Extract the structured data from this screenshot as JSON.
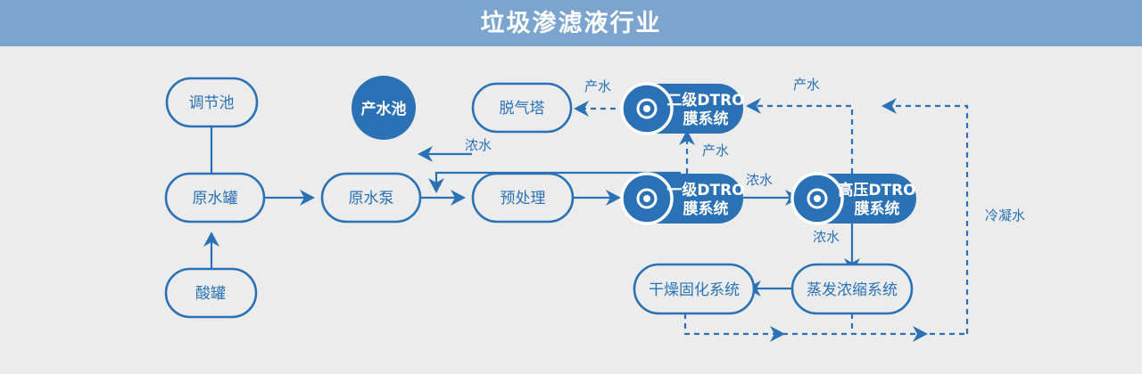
{
  "header": {
    "title": "垃圾渗滤液行业",
    "bg_color": "#7ba5cf",
    "text_color": "#ffffff"
  },
  "theme": {
    "accent": "#2a72b5",
    "background": "#ececec"
  },
  "diagram": {
    "type": "process-flowchart",
    "nodes": [
      {
        "id": "tiaojiechi",
        "label": "调节池",
        "shape": "pill",
        "style": "outline"
      },
      {
        "id": "yuanshuiguan",
        "label": "原水罐",
        "shape": "pill",
        "style": "outline"
      },
      {
        "id": "suanguan",
        "label": "酸罐",
        "shape": "pill",
        "style": "outline"
      },
      {
        "id": "yuanshuibeng",
        "label": "原水泵",
        "shape": "pill",
        "style": "outline"
      },
      {
        "id": "yuchuli",
        "label": "预处理",
        "shape": "pill",
        "style": "outline"
      },
      {
        "id": "chanshuichi",
        "label": "产水池",
        "shape": "circle",
        "style": "filled"
      },
      {
        "id": "tuoqita",
        "label": "脱气塔",
        "shape": "pill",
        "style": "outline"
      },
      {
        "id": "dtro1",
        "label_line1": "一级DTRO",
        "label_line2": "膜系统",
        "shape": "pill-icon",
        "style": "filled",
        "icon": "membrane-icon"
      },
      {
        "id": "dtro2",
        "label_line1": "二级DTRO",
        "label_line2": "膜系统",
        "shape": "pill-icon",
        "style": "filled",
        "icon": "membrane-icon"
      },
      {
        "id": "dtro_hp",
        "label_line1": "高压DTRO",
        "label_line2": "膜系统",
        "shape": "pill-icon",
        "style": "filled",
        "icon": "membrane-icon"
      },
      {
        "id": "zhengfa",
        "label": "蒸发浓缩系统",
        "shape": "pill",
        "style": "outline"
      },
      {
        "id": "ganzao",
        "label": "干燥固化系统",
        "shape": "pill",
        "style": "outline"
      }
    ],
    "edge_labels": {
      "nongshui_top": "浓水",
      "chanshui_deg": "产水",
      "chanshui_up": "产水",
      "chanshui_right": "产水",
      "nongshui_hp_in": "浓水",
      "nongshui_hp_out": "浓水",
      "lengningshui": "冷凝水"
    },
    "edges": [
      {
        "from": "tiaojiechi",
        "to": "yuanshuiguan",
        "style": "solid",
        "label": ""
      },
      {
        "from": "suanguan",
        "to": "yuanshuiguan",
        "style": "solid",
        "label": ""
      },
      {
        "from": "yuanshuiguan",
        "to": "yuanshuibeng",
        "style": "solid",
        "label": ""
      },
      {
        "from": "yuanshuibeng",
        "to": "yuchuli",
        "style": "solid",
        "label": ""
      },
      {
        "from": "yuchuli",
        "to": "dtro1",
        "style": "solid",
        "label": ""
      },
      {
        "from": "dtro2",
        "to": "yuchuli",
        "style": "solid",
        "label": "浓水"
      },
      {
        "from": "dtro2",
        "to": "tuoqita",
        "style": "dashed",
        "label": "产水"
      },
      {
        "from": "tuoqita",
        "to": "chanshuichi",
        "style": "solid",
        "label": ""
      },
      {
        "from": "dtro1",
        "to": "dtro2",
        "style": "dashed",
        "label": "产水"
      },
      {
        "from": "dtro1",
        "to": "dtro_hp",
        "style": "solid",
        "label": "浓水"
      },
      {
        "from": "dtro_hp",
        "to": "dtro2",
        "style": "dashed",
        "label": "产水"
      },
      {
        "from": "dtro_hp",
        "to": "zhengfa",
        "style": "solid",
        "label": "浓水"
      },
      {
        "from": "zhengfa",
        "to": "ganzao",
        "style": "solid",
        "label": ""
      },
      {
        "from": "ganzao",
        "to": "dtro2",
        "style": "dashed",
        "label": "冷凝水"
      },
      {
        "from": "zhengfa",
        "to": "dtro2",
        "style": "dashed",
        "label": "冷凝水"
      }
    ]
  }
}
